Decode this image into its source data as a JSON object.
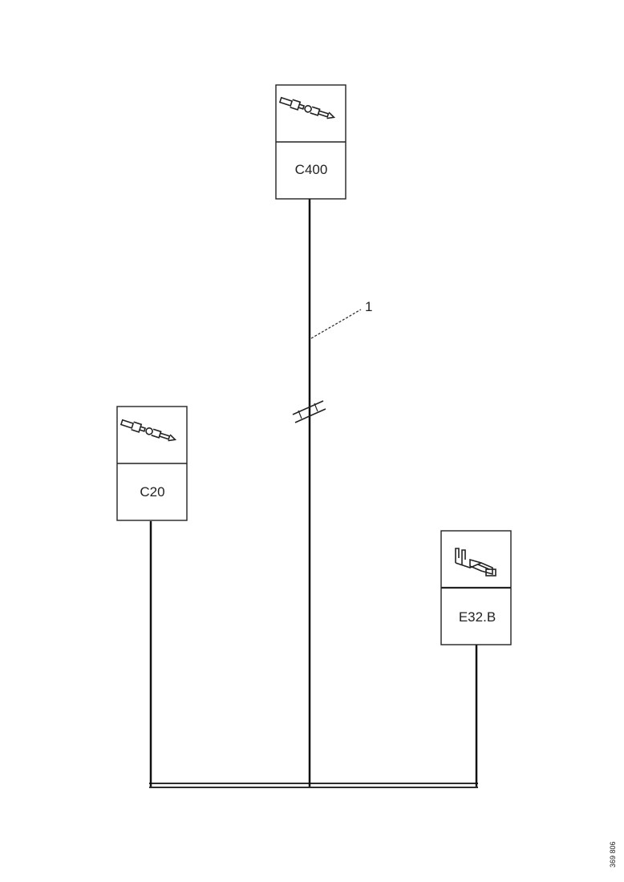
{
  "connectors": [
    {
      "id": "C400",
      "label": "C400",
      "icon": "terminal-pin-icon"
    },
    {
      "id": "C20",
      "label": "C20",
      "icon": "terminal-pin-icon"
    },
    {
      "id": "E32.B",
      "label": "E32.B",
      "icon": "terminal-tab-icon"
    }
  ],
  "callout": {
    "label": "1"
  },
  "figure_ref": "369 806"
}
